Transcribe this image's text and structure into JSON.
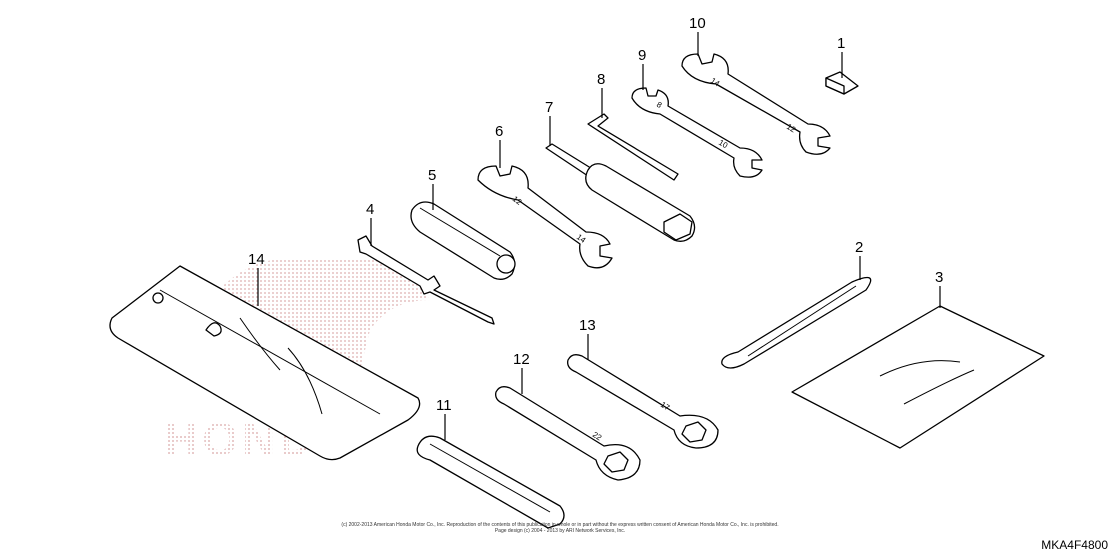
{
  "diagram": {
    "callouts": [
      {
        "id": "1",
        "label": "1"
      },
      {
        "id": "2",
        "label": "2"
      },
      {
        "id": "3",
        "label": "3"
      },
      {
        "id": "4",
        "label": "4"
      },
      {
        "id": "5",
        "label": "5"
      },
      {
        "id": "6",
        "label": "6"
      },
      {
        "id": "7",
        "label": "7"
      },
      {
        "id": "8",
        "label": "8"
      },
      {
        "id": "9",
        "label": "9"
      },
      {
        "id": "10",
        "label": "10"
      },
      {
        "id": "11",
        "label": "11"
      },
      {
        "id": "12",
        "label": "12"
      },
      {
        "id": "13",
        "label": "13"
      },
      {
        "id": "14",
        "label": "14"
      }
    ],
    "wrench_markings": {
      "w6a": "12",
      "w6b": "14",
      "w9a": "8",
      "w9b": "10",
      "w10a": "14",
      "w10b": "12",
      "w12": "22",
      "w13": "17"
    },
    "watermark": "HONDA",
    "copyright_line1": "(c) 2002-2013 American Honda Motor Co., Inc. Reproduction of the contents of this publication in whole or in part without the express written consent of American Honda Motor Co., Inc. is prohibited.",
    "copyright_line2": "Page design (c) 2004 - 2013 by ARI Network Services, Inc.",
    "diagram_code": "MKA4F4800"
  },
  "colors": {
    "ink": "#000000",
    "background": "#ffffff",
    "watermark": "#e9c9c9"
  }
}
